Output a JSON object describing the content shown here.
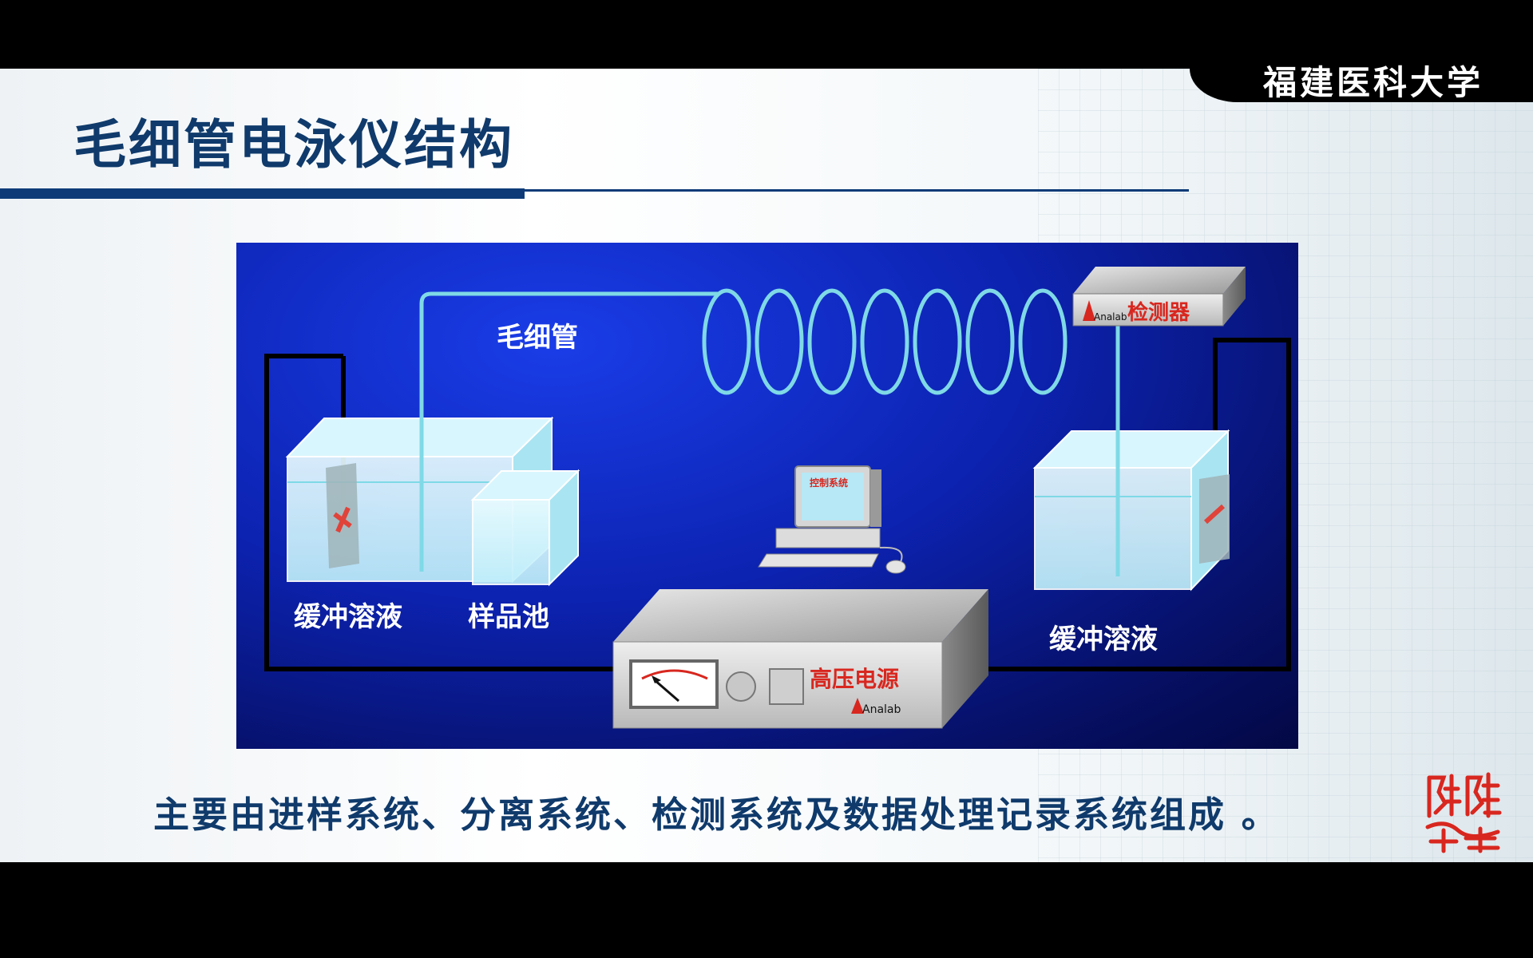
{
  "header": {
    "university": "福建医科大学",
    "title": "毛细管电泳仪结构"
  },
  "diagram": {
    "labels": {
      "capillary": "毛细管",
      "buffer_left": "缓冲溶液",
      "sample_pool": "样品池",
      "buffer_right": "缓冲溶液",
      "detector": "检测器",
      "control_system": "控制系统",
      "hv_power": "高压电源",
      "brand_detector": "Analab",
      "brand_power": "Analab"
    },
    "colors": {
      "background": "#0c22b0",
      "capillary": "#7fd9e6",
      "brand_red": "#d8271f",
      "wire": "#000000"
    }
  },
  "caption": "主要由进样系统、分离系统、检测系统及数据处理记录系统组成 。",
  "seal": {
    "icon": "red-seal-stamp"
  }
}
